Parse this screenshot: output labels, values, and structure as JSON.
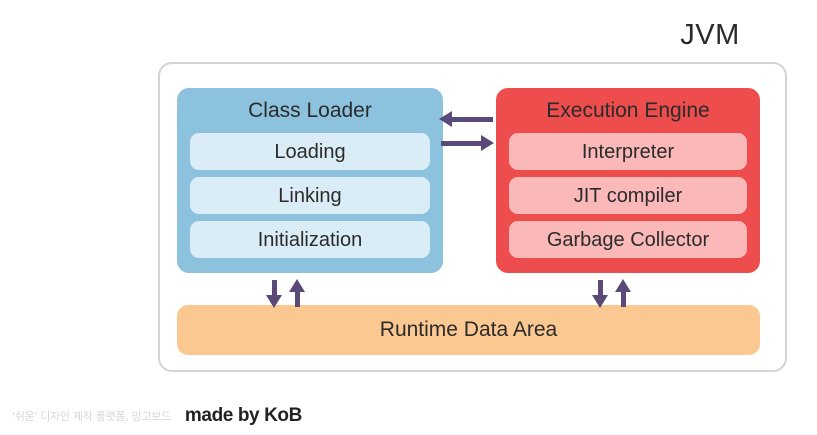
{
  "diagram": {
    "title": "JVM",
    "container_label": "JVM",
    "blocks": [
      {
        "id": "class-loader",
        "title": "Class Loader",
        "color": "#8cc2de",
        "sub_color": "#daedf7",
        "items": [
          "Loading",
          "Linking",
          "Initialization"
        ]
      },
      {
        "id": "execution-engine",
        "title": "Execution Engine",
        "color": "#ee4d4d",
        "sub_color": "#fbb8b8",
        "items": [
          "Interpreter",
          "JIT compiler",
          "Garbage Collector"
        ]
      }
    ],
    "runtime": {
      "title": "Runtime Data Area",
      "color": "#fbc891"
    },
    "arrows": {
      "color": "#5a4a79",
      "connections": [
        {
          "name": "engine-to-loader",
          "direction": "left"
        },
        {
          "name": "loader-to-engine",
          "direction": "right"
        },
        {
          "name": "loader-to-runtime",
          "direction": "down"
        },
        {
          "name": "runtime-to-loader",
          "direction": "up"
        },
        {
          "name": "engine-to-runtime",
          "direction": "down"
        },
        {
          "name": "runtime-to-engine",
          "direction": "up"
        }
      ]
    }
  },
  "footer": {
    "watermark": "'쉬운' 디자인 제작 플랫폼, 망고보드",
    "credit": "made by KoB"
  }
}
